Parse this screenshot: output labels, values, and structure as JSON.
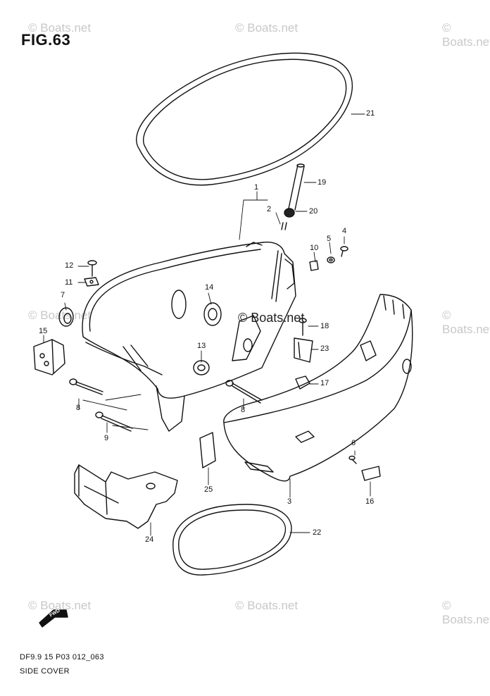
{
  "figure": {
    "title": "FIG.63"
  },
  "watermarks": {
    "text": "© Boats.net",
    "center_text": "© Boats.net"
  },
  "parts": [
    {
      "id": "1",
      "label": "1"
    },
    {
      "id": "2",
      "label": "2"
    },
    {
      "id": "3",
      "label": "3"
    },
    {
      "id": "4",
      "label": "4"
    },
    {
      "id": "5",
      "label": "5"
    },
    {
      "id": "6",
      "label": "6"
    },
    {
      "id": "7",
      "label": "7"
    },
    {
      "id": "8",
      "label": "8"
    },
    {
      "id": "9",
      "label": "9"
    },
    {
      "id": "10",
      "label": "10"
    },
    {
      "id": "11",
      "label": "11"
    },
    {
      "id": "12",
      "label": "12"
    },
    {
      "id": "13",
      "label": "13"
    },
    {
      "id": "14",
      "label": "14"
    },
    {
      "id": "15",
      "label": "15"
    },
    {
      "id": "16",
      "label": "16"
    },
    {
      "id": "17",
      "label": "17"
    },
    {
      "id": "18",
      "label": "18"
    },
    {
      "id": "19",
      "label": "19"
    },
    {
      "id": "20",
      "label": "20"
    },
    {
      "id": "21",
      "label": "21"
    },
    {
      "id": "22",
      "label": "22"
    },
    {
      "id": "23",
      "label": "23"
    },
    {
      "id": "24",
      "label": "24"
    },
    {
      "id": "25",
      "label": "25"
    }
  ],
  "fwd_label": "FWD",
  "footer": {
    "code": "DF9.9 15 P03 012_063",
    "title": "SIDE COVER"
  }
}
